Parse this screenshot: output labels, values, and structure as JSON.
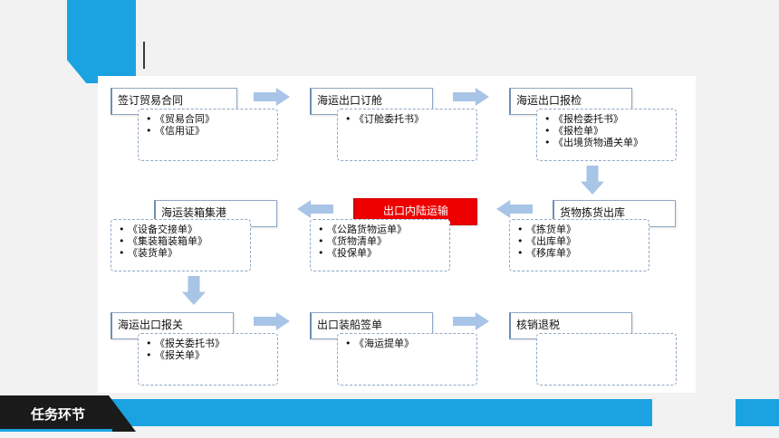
{
  "stages": {
    "s1": "签订贸易合同",
    "s2": "海运出口订舱",
    "s3": "海运出口报检",
    "s4": "货物拣货出库",
    "s5": "出口内陆运输",
    "s6": "海运装箱集港",
    "s7": "海运出口报关",
    "s8": "出口装船签单",
    "s9": "核销退税"
  },
  "docs": {
    "d1": [
      "《贸易合同》",
      "《信用证》"
    ],
    "d2": [
      "《订舱委托书》"
    ],
    "d3": [
      "《报检委托书》",
      "《报检单》",
      "《出境货物通关单》"
    ],
    "d4": [
      "《拣货单》",
      "《出库单》",
      "《移库单》"
    ],
    "d5": [
      "《公路货物运单》",
      "《货物清单》",
      "《投保单》"
    ],
    "d6": [
      "《设备交接单》",
      "《集装箱装箱单》",
      "《装货单》"
    ],
    "d7": [
      "《报关委托书》",
      "《报关单》"
    ],
    "d8": [
      "《海运提单》"
    ],
    "d9": []
  },
  "colors": {
    "accent": "#1aa3e0",
    "arrow": "#a8c4e6",
    "highlight": "#ee0000"
  },
  "footer": {
    "tab_label": "任务环节"
  }
}
